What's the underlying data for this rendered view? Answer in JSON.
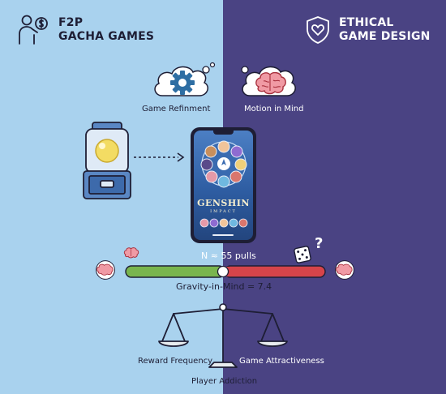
{
  "header": {
    "left_title_line1": "F2P",
    "left_title_line2": "GACHA GAMES",
    "right_title_line1": "ETHICAL",
    "right_title_line2": "GAME DESIGN"
  },
  "bubbles": {
    "left_label": "Game Refinment",
    "right_label": "Motion in Mind"
  },
  "phone": {
    "logo_line1": "GENSHIN",
    "logo_line2": "IMPACT"
  },
  "meter": {
    "pulls_label": "N ≈ 55 pulls",
    "gravity_label": "Gravity-in-Mind = 7.4",
    "question_mark": "?"
  },
  "scale": {
    "left_label": "Reward Frequency",
    "right_label": "Game Attractiveness",
    "bottom_label": "Player Addiction"
  },
  "colors": {
    "left_bg": "#a9d2ee",
    "right_bg": "#4a4383",
    "bar_green": "#79b54e",
    "bar_red": "#d6444a",
    "capsule_yellow": "#f3dc63",
    "outline_dark": "#1e1e35"
  }
}
